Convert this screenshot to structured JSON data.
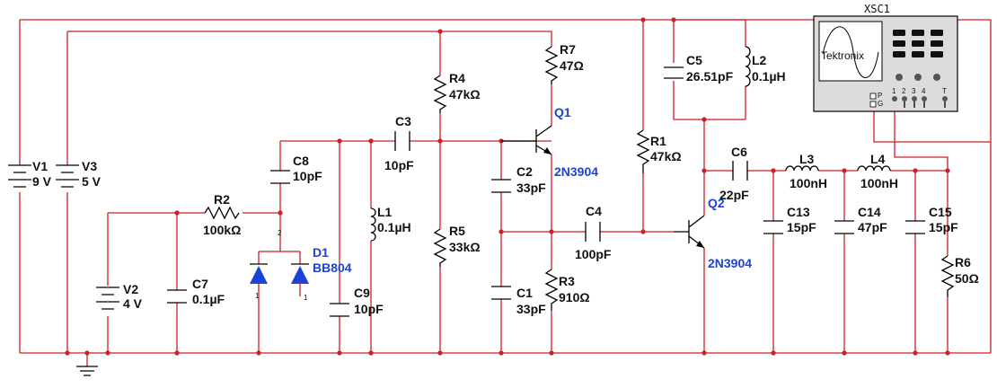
{
  "components": {
    "V1": {
      "ref": "V1",
      "value": "9 V"
    },
    "V3": {
      "ref": "V3",
      "value": "5 V"
    },
    "V2": {
      "ref": "V2",
      "value": "4 V"
    },
    "R2": {
      "ref": "R2",
      "value": "100kΩ"
    },
    "C7": {
      "ref": "C7",
      "value": "0.1µF"
    },
    "C8": {
      "ref": "C8",
      "value": "10pF"
    },
    "D1": {
      "ref": "D1",
      "value": "BB804"
    },
    "C9": {
      "ref": "C9",
      "value": "10pF"
    },
    "L1": {
      "ref": "L1",
      "value": "0.1µH"
    },
    "C3": {
      "ref": "C3",
      "value": "10pF"
    },
    "R4": {
      "ref": "R4",
      "value": "47kΩ"
    },
    "R5": {
      "ref": "R5",
      "value": "33kΩ"
    },
    "R7": {
      "ref": "R7",
      "value": "47Ω"
    },
    "Q1": {
      "ref": "Q1",
      "value": "2N3904"
    },
    "C2": {
      "ref": "C2",
      "value": "33pF"
    },
    "C1": {
      "ref": "C1",
      "value": "33pF"
    },
    "R3": {
      "ref": "R3",
      "value": "910Ω"
    },
    "C4": {
      "ref": "C4",
      "value": "100pF"
    },
    "R1": {
      "ref": "R1",
      "value": "47kΩ"
    },
    "C5": {
      "ref": "C5",
      "value": "26.51pF"
    },
    "L2": {
      "ref": "L2",
      "value": "0.1µH"
    },
    "Q2": {
      "ref": "Q2",
      "value": "2N3904"
    },
    "C6": {
      "ref": "C6",
      "value": "22pF"
    },
    "L3": {
      "ref": "L3",
      "value": "100nH"
    },
    "L4": {
      "ref": "L4",
      "value": "100nH"
    },
    "C13": {
      "ref": "C13",
      "value": "15pF"
    },
    "C14": {
      "ref": "C14",
      "value": "47pF"
    },
    "C15": {
      "ref": "C15",
      "value": "15pF"
    },
    "R6": {
      "ref": "R6",
      "value": "50Ω"
    }
  },
  "oscilloscope": {
    "ref": "XSC1",
    "brand": "Tektronix",
    "terminals": [
      "P",
      "G",
      "1",
      "2",
      "3",
      "4",
      "T"
    ]
  },
  "colors": {
    "wire": "#cc1f26",
    "component": "#000000",
    "part_label": "#1d43d6"
  }
}
